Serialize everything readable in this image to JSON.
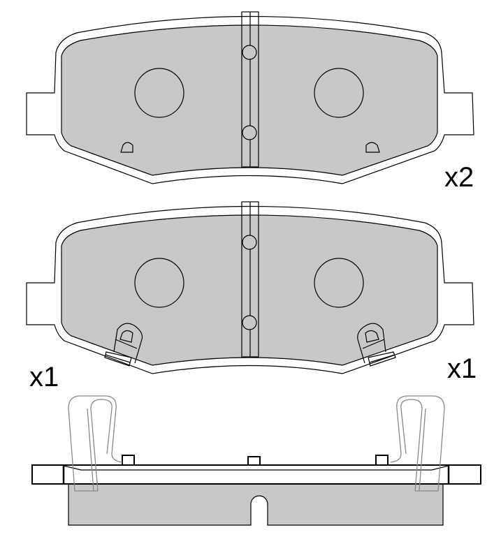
{
  "labels": {
    "top_pad_quantity": "x2",
    "middle_pad_quantity_left": "x1",
    "middle_pad_quantity_right": "x1"
  },
  "colors": {
    "friction_material": "#c8c8c8",
    "outline": "#000000",
    "clip": "#888888"
  }
}
